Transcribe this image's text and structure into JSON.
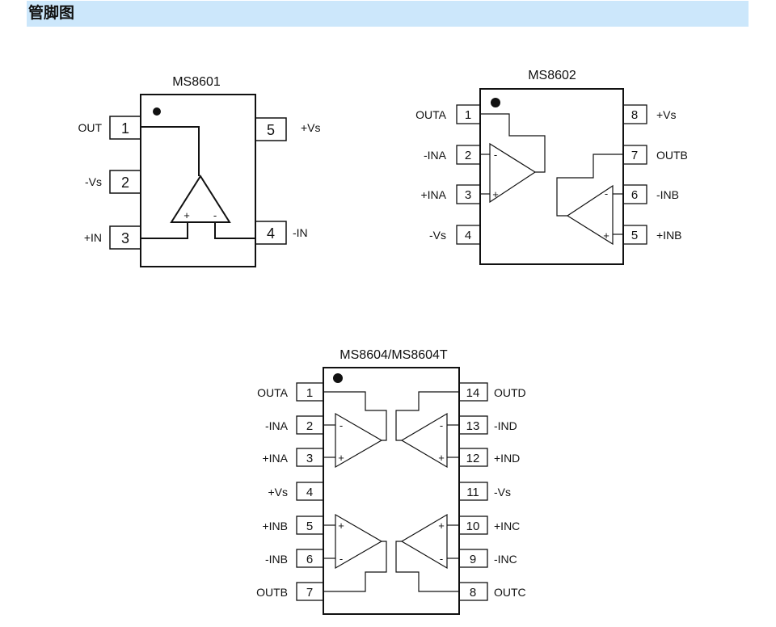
{
  "header": {
    "title": "管脚图"
  },
  "ms8601": {
    "title": "MS8601",
    "pins": [
      {
        "num": "1",
        "name": "OUT"
      },
      {
        "num": "2",
        "name": "-Vs"
      },
      {
        "num": "3",
        "name": "+IN"
      },
      {
        "num": "4",
        "name": "-IN"
      },
      {
        "num": "5",
        "name": "+Vs"
      }
    ],
    "opamp": {
      "plus": "+",
      "minus": "-"
    }
  },
  "ms8602": {
    "title": "MS8602",
    "pins": [
      {
        "num": "1",
        "name": "OUTA"
      },
      {
        "num": "2",
        "name": "-INA"
      },
      {
        "num": "3",
        "name": "+INA"
      },
      {
        "num": "4",
        "name": "-Vs"
      },
      {
        "num": "5",
        "name": "+INB"
      },
      {
        "num": "6",
        "name": "-INB"
      },
      {
        "num": "7",
        "name": "OUTB"
      },
      {
        "num": "8",
        "name": "+Vs"
      }
    ],
    "opamp": {
      "plus": "+",
      "minus": "-"
    }
  },
  "ms8604": {
    "title": "MS8604/MS8604T",
    "pins": [
      {
        "num": "1",
        "name": "OUTA"
      },
      {
        "num": "2",
        "name": "-INA"
      },
      {
        "num": "3",
        "name": "+INA"
      },
      {
        "num": "4",
        "name": "+Vs"
      },
      {
        "num": "5",
        "name": "+INB"
      },
      {
        "num": "6",
        "name": "-INB"
      },
      {
        "num": "7",
        "name": "OUTB"
      },
      {
        "num": "8",
        "name": "OUTC"
      },
      {
        "num": "9",
        "name": "-INC"
      },
      {
        "num": "10",
        "name": "+INC"
      },
      {
        "num": "11",
        "name": "-Vs"
      },
      {
        "num": "12",
        "name": "+IND"
      },
      {
        "num": "13",
        "name": "-IND"
      },
      {
        "num": "14",
        "name": "OUTD"
      }
    ],
    "opamp": {
      "plus": "+",
      "minus": "-"
    }
  }
}
